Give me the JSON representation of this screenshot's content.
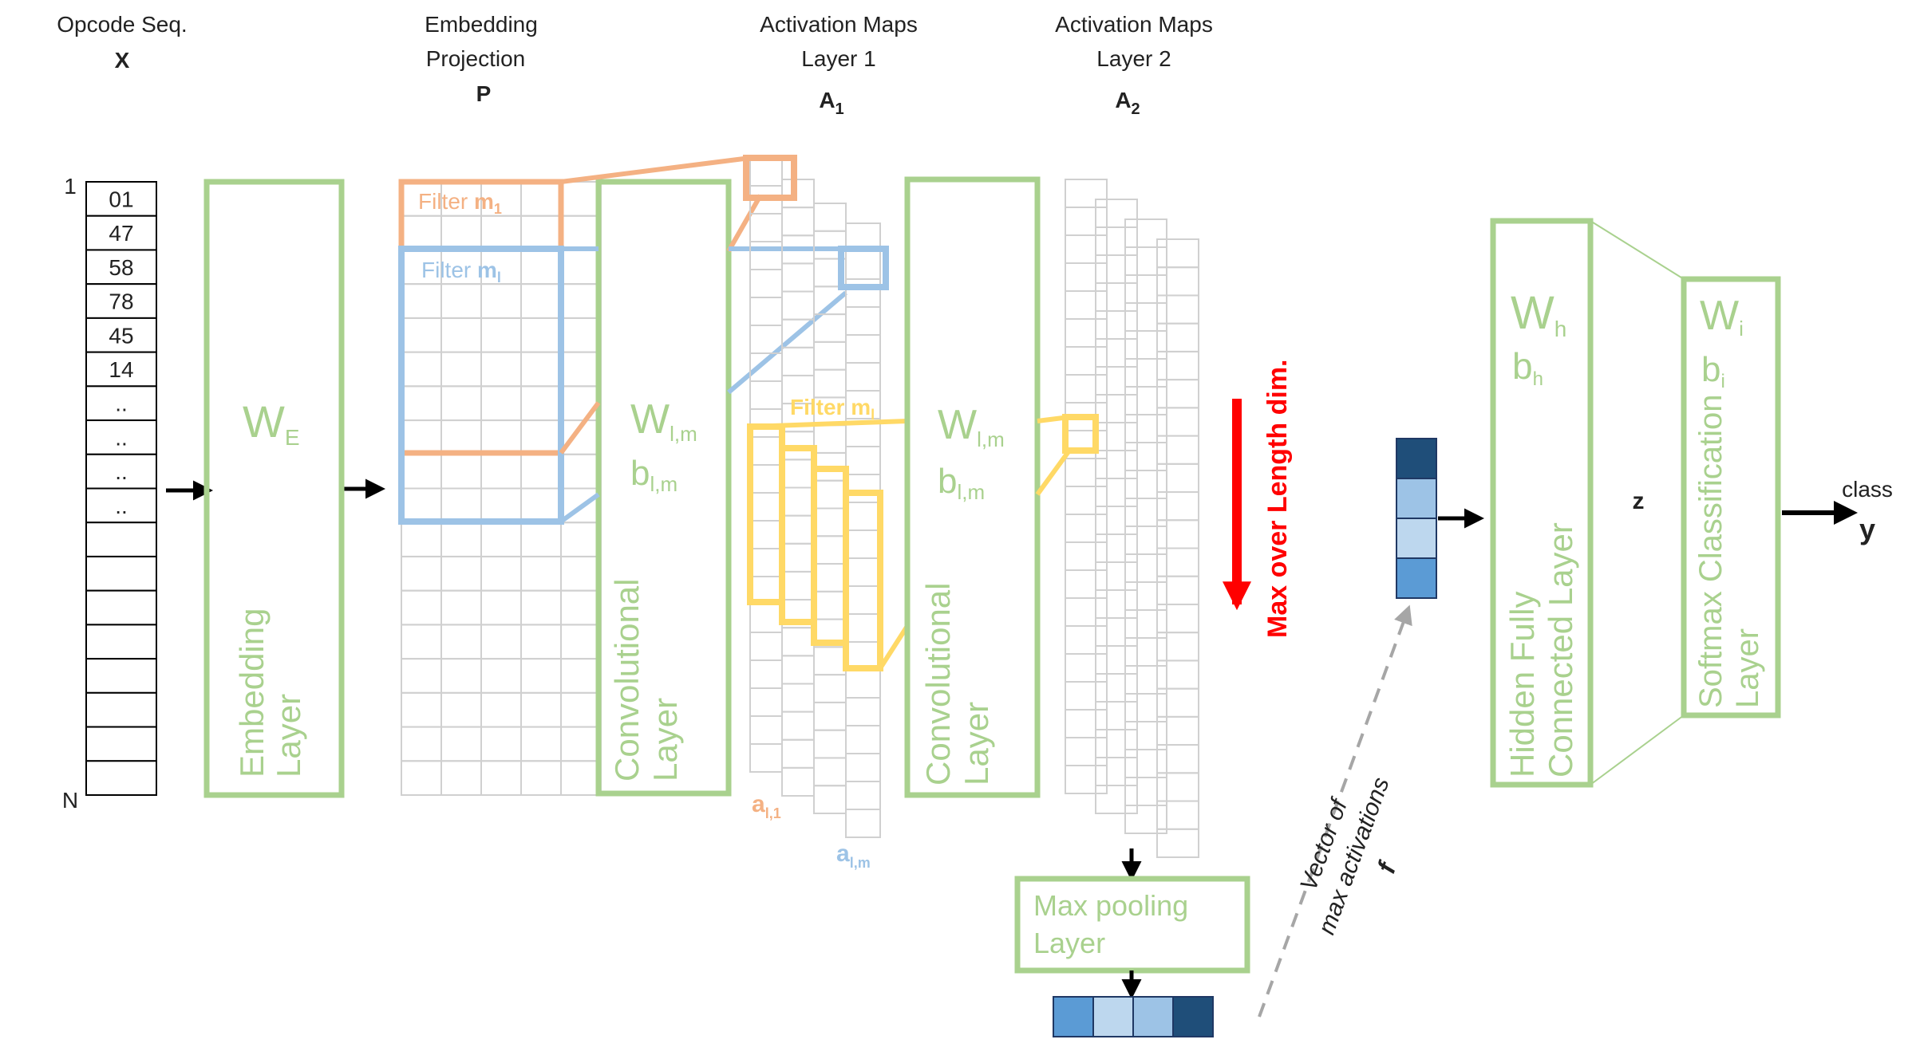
{
  "headers": {
    "opcode_seq": {
      "title": "Opcode Seq.",
      "symbol": "X"
    },
    "embedding_projection": {
      "title_line1": "Embedding",
      "title_line2": "Projection",
      "symbol": "P"
    },
    "activation_maps_1": {
      "title_line1": "Activation Maps",
      "title_line2": "Layer 1",
      "symbol": "A",
      "subscript": "1"
    },
    "activation_maps_2": {
      "title_line1": "Activation Maps",
      "title_line2": "Layer 2",
      "symbol": "A",
      "subscript": "2"
    }
  },
  "opcode_sequence": {
    "start_index": "1",
    "end_index": "N",
    "values": [
      "01",
      "47",
      "58",
      "78",
      "45",
      "14",
      "..",
      "..",
      "..",
      ".."
    ]
  },
  "embedding_layer": {
    "weight": "W",
    "weight_sub": "E",
    "label_line1": "Embedding",
    "label_line2": "Layer"
  },
  "filters": {
    "filter_1": {
      "text": "Filter ",
      "symbol": "m",
      "sub": "1"
    },
    "filter_l": {
      "text": "Filter ",
      "symbol": "m",
      "sub": "l"
    },
    "filter_l2": {
      "text": "Filter ",
      "symbol": "m",
      "sub": "l"
    }
  },
  "conv_layer_1": {
    "weight": "W",
    "weight_sub": "l,m",
    "bias": "b",
    "bias_sub": "l,m",
    "label_line1": "Convolutional",
    "label_line2": "Layer"
  },
  "conv_layer_2": {
    "weight": "W",
    "weight_sub": "l,m",
    "bias": "b",
    "bias_sub": "l,m",
    "label_line1": "Convolutional",
    "label_line2": "Layer"
  },
  "activation_labels": {
    "a_l1": {
      "symbol": "a",
      "sub": "l,1"
    },
    "a_lm": {
      "symbol": "a",
      "sub": "l,m"
    }
  },
  "max_over_length": "Max over Length dim.",
  "max_pooling": {
    "line1": "Max pooling",
    "line2": "Layer"
  },
  "vector_label": {
    "line1": "Vector of",
    "line2": "max activations",
    "symbol": "f"
  },
  "hidden_layer": {
    "weight": "W",
    "weight_sub": "h",
    "bias": "b",
    "bias_sub": "h",
    "label_line1": "Hidden Fully",
    "label_line2": "Connected Layer"
  },
  "z_label": "z",
  "softmax_layer": {
    "weight": "W",
    "weight_sub": "i",
    "bias": "b",
    "bias_sub": "i",
    "label_line1": "Softmax Classification",
    "label_line2": "Layer"
  },
  "output": {
    "class_label": "class",
    "symbol": "y"
  },
  "colors": {
    "green": "#a9d18e",
    "orange": "#f4b183",
    "blue": "#9dc3e6",
    "yellow": "#ffd966",
    "red": "#ff0000",
    "vector_cells": [
      "#1f4e79",
      "#9dc3e6",
      "#bdd7ee",
      "#5b9bd5"
    ],
    "pool_cells": [
      "#5b9bd5",
      "#bdd7ee",
      "#9dc3e6",
      "#1f4e79"
    ]
  }
}
